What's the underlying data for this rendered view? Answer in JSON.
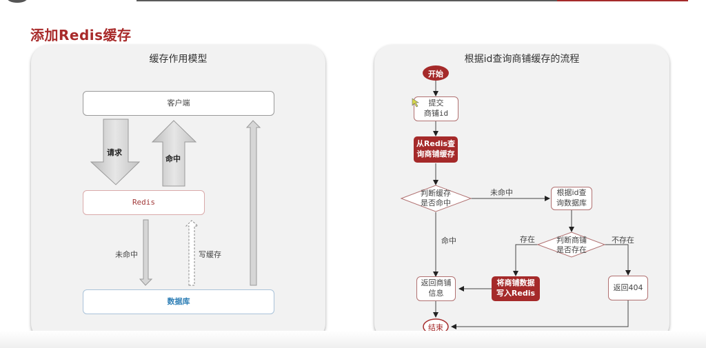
{
  "page": {
    "title": "添加Redis缓存",
    "colors": {
      "accent": "#a52a2a",
      "panel_bg": "#f2f2f2",
      "db_text": "#2f7fb6"
    }
  },
  "cache_model": {
    "title": "缓存作用模型",
    "client": "客户端",
    "redis": "Redis",
    "database": "数据库",
    "arrow_request": "请求",
    "arrow_hit": "命中",
    "arrow_miss": "未命中",
    "arrow_write_cache": "写缓存"
  },
  "flow": {
    "title": "根据id查询商铺缓存的流程",
    "start": "开始",
    "submit": [
      "提交",
      "商铺id"
    ],
    "query_redis": [
      "从Redis查",
      "询商铺缓存"
    ],
    "decide_hit": [
      "判断缓存",
      "是否命中"
    ],
    "label_miss": "未命中",
    "query_db": [
      "根据id查",
      "询数据库"
    ],
    "label_hit": "命中",
    "decide_exists": [
      "判断商铺",
      "是否存在"
    ],
    "label_exists": "存在",
    "label_not_exists": "不存在",
    "return_info": [
      "返回商铺",
      "信息"
    ],
    "write_redis": [
      "将商铺数据",
      "写入Redis"
    ],
    "return_404": "返回404",
    "end": "结束"
  }
}
